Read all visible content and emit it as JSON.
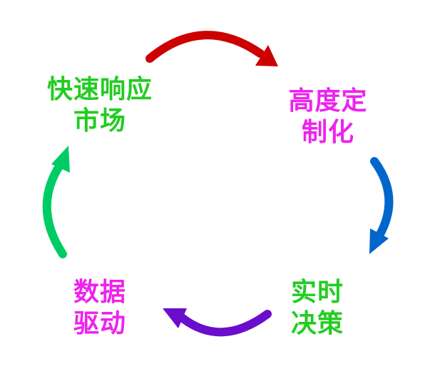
{
  "nodes": {
    "top_left": {
      "lines": [
        "快速响应",
        "市场"
      ],
      "color": "#22cc22"
    },
    "top_right": {
      "lines": [
        "高度定",
        "制化"
      ],
      "color": "#ee22ee"
    },
    "bottom_right": {
      "lines": [
        "实时",
        "决策"
      ],
      "color": "#22cc22"
    },
    "bottom_left": {
      "lines": [
        "数据",
        "驱动"
      ],
      "color": "#ee22ee"
    }
  },
  "arrows": {
    "top": {
      "color": "#cc0000",
      "direction": "clockwise"
    },
    "right": {
      "color": "#0066cc",
      "direction": "clockwise"
    },
    "bottom": {
      "color": "#6a0dcc",
      "direction": "clockwise"
    },
    "left": {
      "color": "#00cc66",
      "direction": "clockwise"
    }
  }
}
